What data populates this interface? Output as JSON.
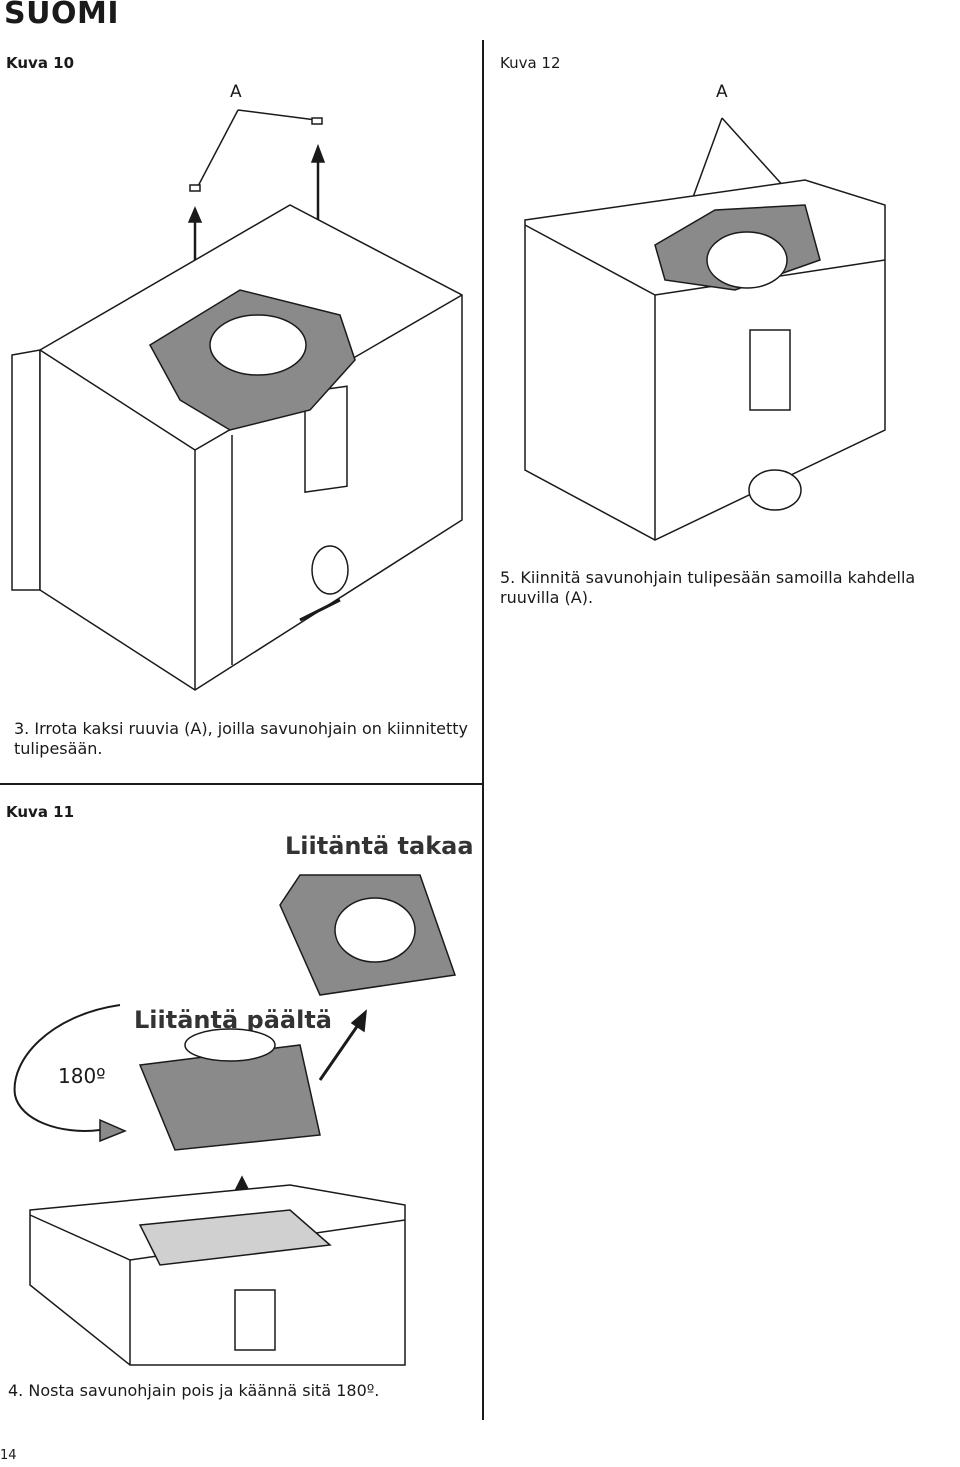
{
  "header": {
    "title": "SUOMI"
  },
  "figures": {
    "kuva10": {
      "label": "Kuva 10",
      "callout": "A"
    },
    "kuva12": {
      "label": "Kuva 12",
      "callout": "A"
    },
    "kuva11": {
      "label": "Kuva 11",
      "caption_back": "Liitäntä takaa",
      "caption_top": "Liitäntä päältä",
      "rotation": "180º"
    }
  },
  "steps": {
    "step3": "3.  Irrota kaksi ruuvia (A), joilla savunohjain on kiinnitetty tulipesään.",
    "step4": "4.  Nosta savunohjain pois ja käännä sitä 180º.",
    "step5": "5.  Kiinnitä savunohjain tulipesään samoilla kahdella ruuvilla (A)."
  },
  "footer": {
    "page_number": "14"
  }
}
